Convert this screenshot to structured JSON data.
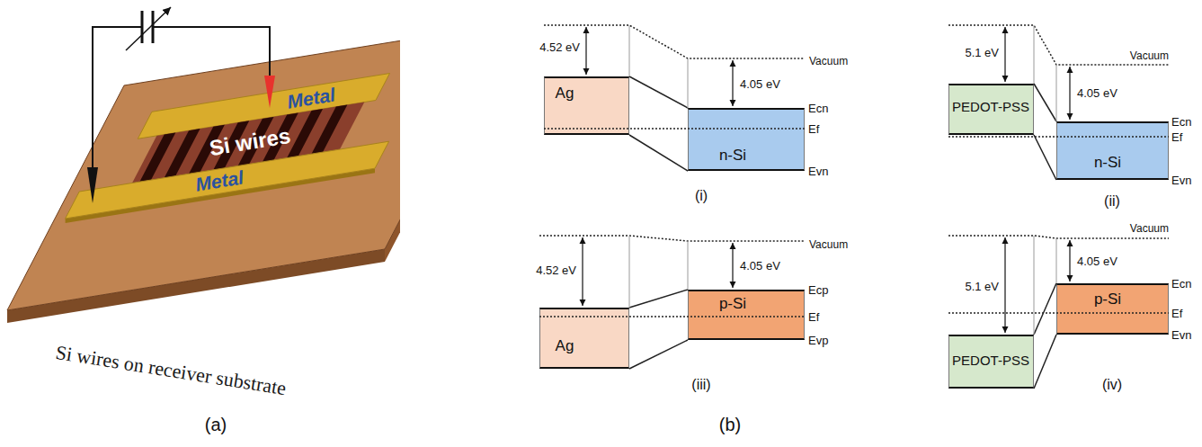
{
  "diagram": {
    "nodes": [
      {
        "text": [
          "Si wires on receiver substrate"
        ]
      },
      {
        "text": [
          "Metal"
        ],
        "in": 0
      },
      {
        "text": [
          "Si wires"
        ],
        "in": 0
      },
      {
        "text": [
          "Metal"
        ],
        "in": 0
      },
      {
        "text": [
          "Ag"
        ]
      },
      {
        "text": [
          "n-Si"
        ]
      },
      {
        "text": [
          "PEDOT-PSS"
        ]
      },
      {
        "text": [
          "n-Si"
        ]
      },
      {
        "text": [
          "Ag"
        ]
      },
      {
        "text": [
          "p-Si"
        ]
      },
      {
        "text": [
          "PEDOT-PSS"
        ]
      },
      {
        "text": [
          "p-Si"
        ]
      }
    ],
    "labels": [
      "4.52 eV",
      "Vacuum",
      "4.05 eV",
      "Ecn",
      "Ef",
      "Evn",
      "(i)",
      "5.1 eV",
      "Vacuum",
      "4.05 eV",
      "Ecn",
      "Ef",
      "Evn",
      "(ii)",
      "4.52 eV",
      "Vacuum",
      "4.05 eV",
      "Ecp",
      "Ef",
      "Evp",
      "(iii)",
      "5.1 eV",
      "Vacuum",
      "4.05 eV",
      "Ecn",
      "Ef",
      "Evn",
      "(iv)",
      "(a)",
      "(b)"
    ]
  }
}
